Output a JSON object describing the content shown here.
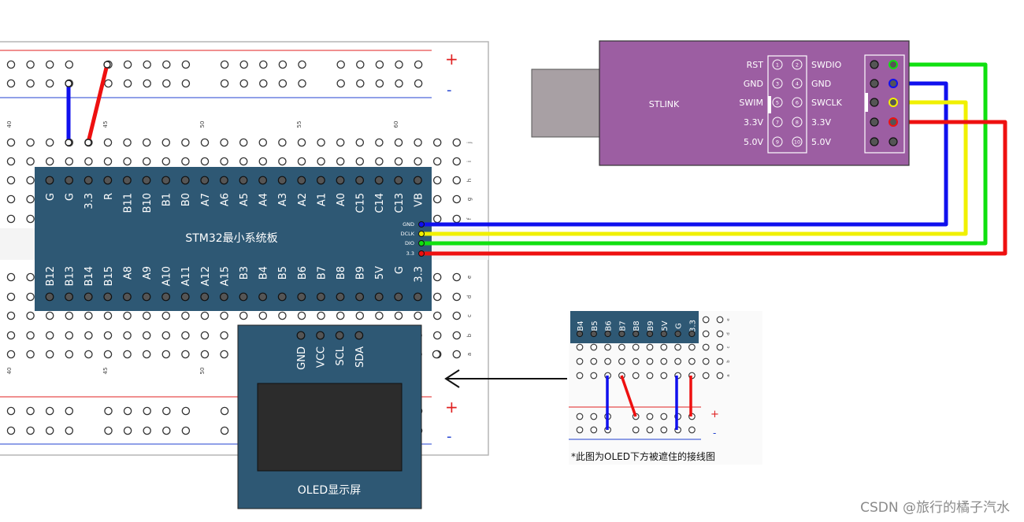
{
  "breadboard": {
    "rail_plus": "+",
    "rail_minus": "-",
    "column_numbers_top": [
      "40",
      "45",
      "50",
      "55",
      "60"
    ],
    "column_numbers_bottom": [
      "40",
      "45",
      "50"
    ],
    "row_letters_top": [
      "j",
      "i",
      "h",
      "g",
      "f"
    ],
    "row_letters_bottom": [
      "e",
      "d",
      "c",
      "b",
      "a"
    ]
  },
  "stm32": {
    "title": "STM32最小系统板",
    "top_pins": [
      "G",
      "G",
      "3.3",
      "R",
      "B11",
      "B10",
      "B1",
      "B0",
      "A7",
      "A6",
      "A5",
      "A4",
      "A3",
      "A2",
      "A1",
      "A0",
      "C15",
      "C14",
      "C13",
      "VB"
    ],
    "bottom_pins": [
      "B12",
      "B13",
      "B14",
      "B15",
      "A8",
      "A9",
      "A10",
      "A11",
      "A12",
      "A15",
      "B3",
      "B4",
      "B5",
      "B6",
      "B7",
      "B8",
      "B9",
      "5V",
      "G",
      "3.3"
    ],
    "side_pins": [
      "GND",
      "DCLK",
      "DIO",
      "3.3"
    ]
  },
  "stlink": {
    "title": "STLINK",
    "left_labels": [
      "RST",
      "GND",
      "SWIM",
      "3.3V",
      "5.0V"
    ],
    "right_labels": [
      "SWDIO",
      "GND",
      "SWCLK",
      "3.3V",
      "5.0V"
    ],
    "pin_numbers": [
      "1",
      "2",
      "3",
      "4",
      "5",
      "6",
      "7",
      "8",
      "9",
      "10"
    ]
  },
  "oled": {
    "title": "OLED显示屏",
    "pins": [
      "GND",
      "VCC",
      "SCL",
      "SDA"
    ]
  },
  "inset": {
    "pins": [
      "B4",
      "B5",
      "B6",
      "B7",
      "B8",
      "B9",
      "5V",
      "G",
      "3.3"
    ],
    "row_letters": [
      "e",
      "d",
      "c",
      "b",
      "a"
    ],
    "rail_plus": "+",
    "rail_minus": "-",
    "caption": "*此图为OLED下方被遮住的接线图"
  },
  "wire_colors": {
    "gnd": "#1010ee",
    "vcc": "#ee1010",
    "clk": "#f0f000",
    "dio": "#10e010"
  },
  "watermark": "CSDN @旅行的橘子汽水"
}
